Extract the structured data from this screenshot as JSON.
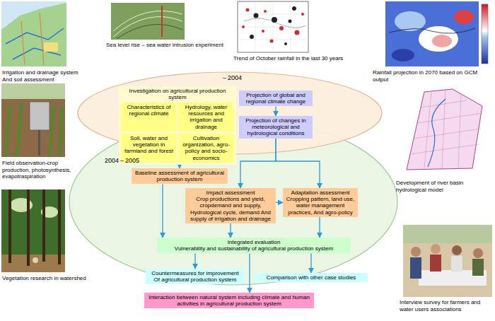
{
  "diagram": {
    "nodes": [
      {
        "text": [
          "Investigation on agricultural production system"
        ]
      },
      {
        "text": [
          "Characteristics of regional climate"
        ],
        "in": 0
      },
      {
        "text": [
          "Hydrology, water resources and irrigation and drainage"
        ],
        "in": 0
      },
      {
        "text": [
          "Soil, water and vegetation in farmland and forest"
        ],
        "in": 0
      },
      {
        "text": [
          "Cultivation organization, agro-policy and socio-economics"
        ],
        "in": 0
      },
      {
        "text": [
          "Projection of global and regional climate change"
        ]
      },
      {
        "text": [
          "Projection of changes in meteorological and hydrological conditions"
        ]
      },
      {
        "text": [
          "Baseline assessment of agricultural production system"
        ]
      },
      {
        "text": [
          "Impact assessment",
          "Crop productions and yield, cropdemand and supply, Hydrological cycle, demand And supply of irrigation and drainage"
        ]
      },
      {
        "text": [
          "Adaptation assessment",
          "Cropping pattern, land use, water management practices, And agro-policy"
        ]
      },
      {
        "text": [
          "Integrated evaluation",
          "Vulnerability and sustainability of agricultural production system"
        ]
      },
      {
        "text": [
          "Countermeasures for improvement Of agricultural production system"
        ]
      },
      {
        "text": [
          "Comparison with other case studies"
        ]
      },
      {
        "text": [
          "Interaction between natural system including climate and human activities in agricultural production system"
        ]
      }
    ],
    "edges": [
      {
        "from": 0,
        "to": 7,
        "arrow": "to"
      },
      {
        "from": 5,
        "to": 6,
        "arrow": "to"
      },
      {
        "from": 6,
        "to": 8,
        "arrow": "to"
      },
      {
        "from": 6,
        "to": 9,
        "arrow": "to"
      },
      {
        "from": 8,
        "to": 9,
        "arrow": "to"
      },
      {
        "from": 7,
        "to": 10,
        "arrow": "to"
      },
      {
        "from": 8,
        "to": 10,
        "arrow": "to"
      },
      {
        "from": 9,
        "to": 10,
        "arrow": "to"
      },
      {
        "from": 10,
        "to": 11,
        "arrow": "to"
      },
      {
        "from": 10,
        "to": 12,
        "arrow": "to"
      },
      {
        "from": 10,
        "to": 13,
        "arrow": "to"
      }
    ],
    "labels": [
      "Irrigation and drainage system And soil assessment",
      "Sea level rise – sea water intrusion experiment",
      "Trend of October rainfall in the last 30 years",
      "Rainfall projection in 2070 based on GCM output",
      "Field observation-crop production, photosynthesis, evapotraspiration",
      "Vegetation research in watershed",
      "Development of river basin hydrological model",
      "Interview survey for farmers and water users associations",
      "～2004",
      "2004～2005"
    ]
  }
}
